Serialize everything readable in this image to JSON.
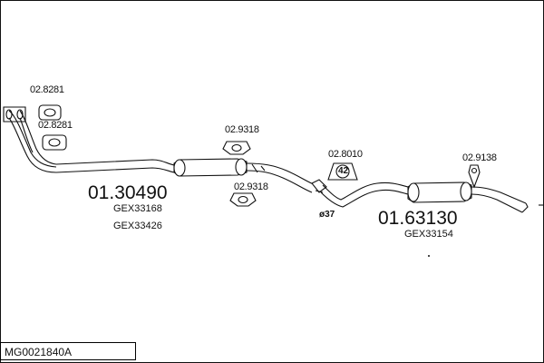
{
  "diagram_id": "MG0021840A",
  "labels": {
    "bracket_front_top": "02.8281",
    "bracket_front_bottom": "02.8281",
    "bracket_mid_top": "02.9318",
    "bracket_mid_bottom": "02.9318",
    "bracket_rear_mid": "02.8010",
    "bracket_rear_end": "02.9138"
  },
  "parts": {
    "front": {
      "number": "01.30490",
      "gex1": "GEX33168",
      "gex2": "GEX33426"
    },
    "rear": {
      "number": "01.63130",
      "gex1": "GEX33154"
    }
  },
  "diameter": "ø37",
  "clamp_ring_label": "42",
  "colors": {
    "line": "#111111",
    "fill": "#ffffff"
  }
}
